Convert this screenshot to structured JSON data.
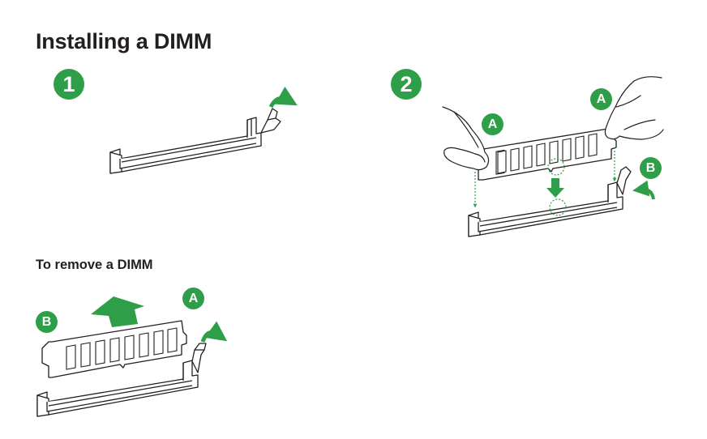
{
  "page": {
    "title": "Installing a DIMM",
    "remove_title": "To remove a DIMM"
  },
  "steps": [
    {
      "number": "1"
    },
    {
      "number": "2"
    }
  ],
  "labels": {
    "a": "A",
    "b": "B"
  },
  "colors": {
    "accent_green": "#2e9e48",
    "line": "#231f20",
    "text": "#231f20"
  },
  "icons": [
    "release-arrow-icon",
    "push-down-arrow-icon",
    "lift-up-arrow-icon",
    "latch-close-arrow-icon"
  ]
}
